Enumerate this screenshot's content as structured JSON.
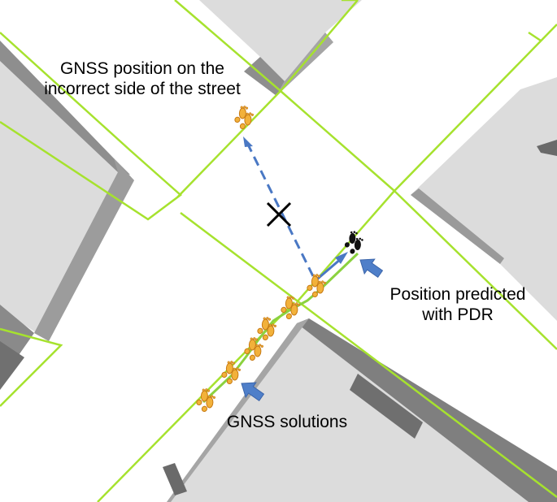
{
  "annotations": {
    "gnss_wrong_side": [
      "GNSS position on the",
      "incorrect side of the street"
    ],
    "pdr_prediction": [
      "Position predicted",
      "with PDR"
    ],
    "gnss_solutions": "GNSS solutions"
  },
  "icons": {
    "gnss_footprint": "orange-footprints-icon",
    "pdr_footprint": "black-footprints-icon",
    "pointer": "blue-block-arrow-icon",
    "rejected": "x-mark-icon"
  },
  "colors": {
    "background": "#ffffff",
    "building_roof": "#dcdcdc",
    "building_wall": "#8e8e8e",
    "curb_line": "#a6e22e",
    "gnss_footprint": "#f2b13a",
    "pdr_footprint": "#111111",
    "trajectory_line": "#8bd23f",
    "dashed_link": "#4a78c4",
    "pointer_arrow": "#4f7fc9",
    "x_mark": "#000000"
  }
}
